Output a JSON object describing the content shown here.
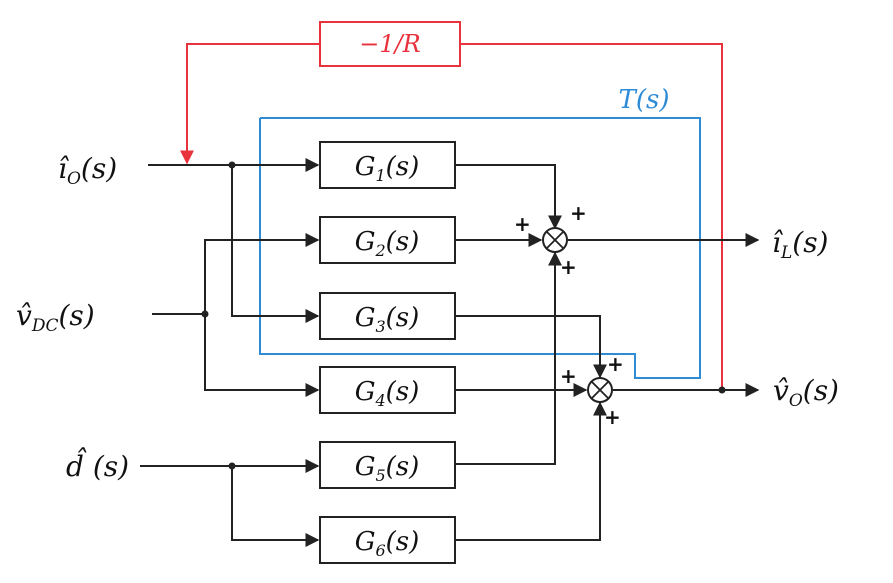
{
  "feedback": {
    "label": "−1/R",
    "color": "#e8323c"
  },
  "tf_region": {
    "label": "T(s)",
    "color": "#2e8bd6"
  },
  "inputs": {
    "io": "î",
    "io_sub": "O",
    "io_arg": "(s)",
    "vdc": "v̂",
    "vdc_sub": "DC",
    "vdc_arg": "(s)",
    "d": "d̂ (s)"
  },
  "outputs": {
    "il": "î",
    "il_sub": "L",
    "il_arg": "(s)",
    "vo": "v̂",
    "vo_sub": "O",
    "vo_arg": "(s)"
  },
  "blocks": [
    {
      "name": "G",
      "sub": "1",
      "arg": "(s)"
    },
    {
      "name": "G",
      "sub": "2",
      "arg": "(s)"
    },
    {
      "name": "G",
      "sub": "3",
      "arg": "(s)"
    },
    {
      "name": "G",
      "sub": "4",
      "arg": "(s)"
    },
    {
      "name": "G",
      "sub": "5",
      "arg": "(s)"
    },
    {
      "name": "G",
      "sub": "6",
      "arg": "(s)"
    }
  ],
  "signs": {
    "sum1_top": "+",
    "sum1_left": "+",
    "sum1_bottom": "+",
    "sum2_top": "+",
    "sum2_left": "+",
    "sum2_bottom": "+"
  }
}
